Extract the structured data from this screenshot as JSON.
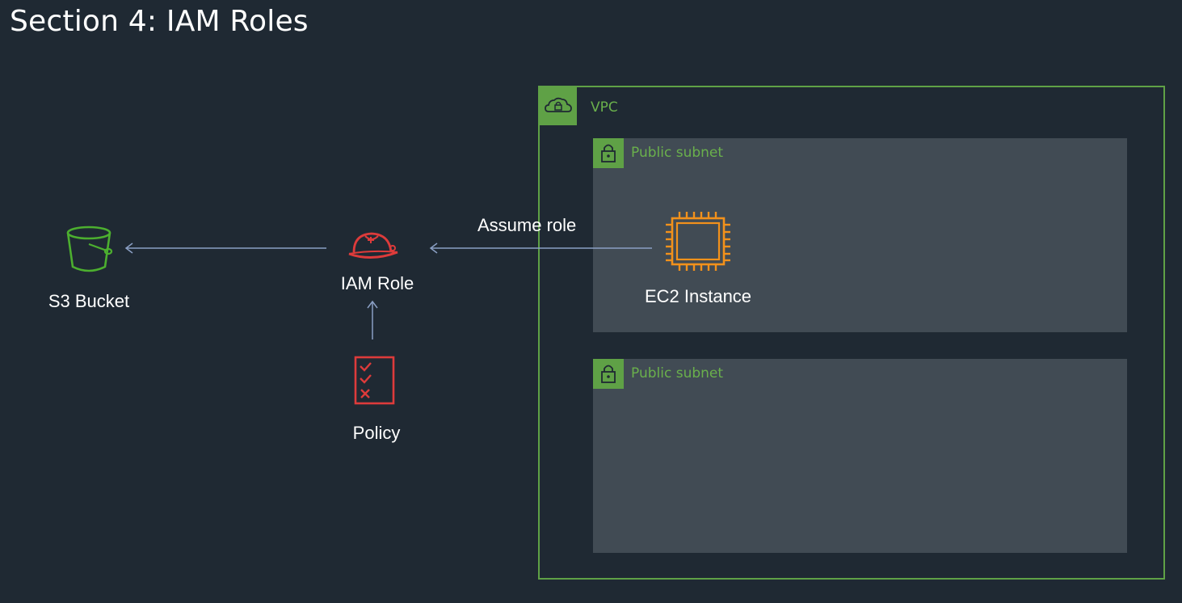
{
  "title": "Section 4: IAM Roles",
  "vpc": {
    "label": "VPC",
    "icon": "vpc-cloud-lock-icon"
  },
  "subnets": [
    {
      "label": "Public subnet",
      "icon": "lock-icon"
    },
    {
      "label": "Public subnet",
      "icon": "lock-icon"
    }
  ],
  "nodes": {
    "s3": {
      "label": "S3 Bucket",
      "icon": "s3-bucket-icon"
    },
    "iam_role": {
      "label": "IAM Role",
      "icon": "iam-role-hardhat-icon"
    },
    "policy": {
      "label": "Policy",
      "icon": "policy-checklist-icon"
    },
    "ec2": {
      "label": "EC2 Instance",
      "icon": "ec2-chip-icon"
    }
  },
  "edges": [
    {
      "from": "IAM Role",
      "to": "S3 Bucket",
      "label": ""
    },
    {
      "from": "EC2 Instance",
      "to": "IAM Role",
      "label": "Assume role"
    },
    {
      "from": "Policy",
      "to": "IAM Role",
      "label": ""
    }
  ],
  "colors": {
    "background": "#1f2933",
    "vpc_green": "#5fa146",
    "subnet_fill": "#414b54",
    "s3_green": "#4caf2f",
    "iam_red": "#dd3b3b",
    "ec2_orange": "#f2911b",
    "arrow": "#8a9fc4"
  }
}
